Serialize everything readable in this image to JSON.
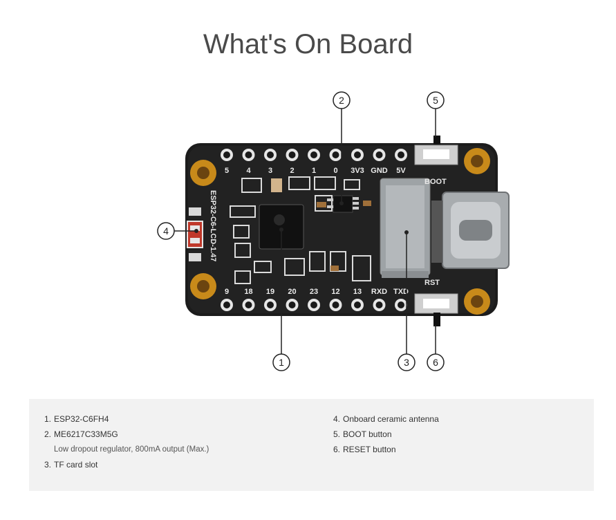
{
  "title": "What's On Board",
  "board": {
    "top_pins": [
      "5",
      "4",
      "3",
      "2",
      "1",
      "0",
      "3V3",
      "GND",
      "5V"
    ],
    "bottom_pins": [
      "9",
      "18",
      "19",
      "20",
      "23",
      "12",
      "13",
      "RXD",
      "TXD"
    ],
    "silkscreen_name": "ESP32-C6-LCD-1.47",
    "boot_label": "BOOT",
    "rst_label": "RST",
    "callouts": [
      "1",
      "2",
      "3",
      "4",
      "5",
      "6"
    ]
  },
  "legend": {
    "left": [
      {
        "num": "1.",
        "text": "ESP32-C6FH4"
      },
      {
        "num": "2.",
        "text": "ME6217C33M5G"
      },
      {
        "num": "",
        "text": "Low dropout regulator, 800mA output (Max.)"
      },
      {
        "num": "3.",
        "text": "TF card slot"
      }
    ],
    "right": [
      {
        "num": "4.",
        "text": "Onboard ceramic antenna"
      },
      {
        "num": "5.",
        "text": "BOOT button"
      },
      {
        "num": "6.",
        "text": "RESET button"
      }
    ]
  }
}
